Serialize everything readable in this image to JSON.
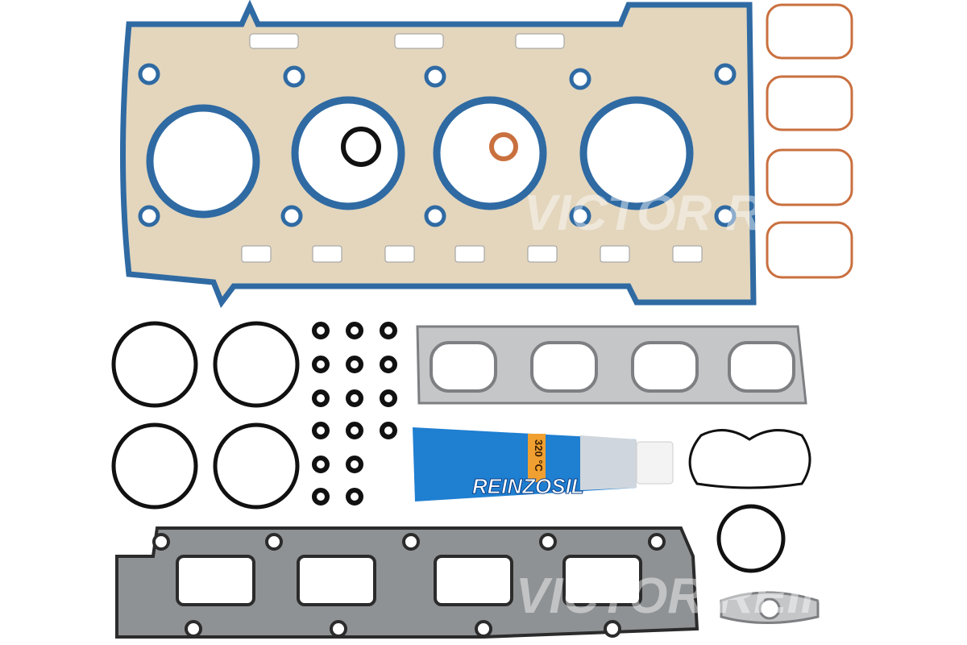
{
  "product": {
    "tube_brand": "REINZOSIL",
    "tube_temperature": "320 °C",
    "watermark": "VICTOR REINZ"
  },
  "colors": {
    "gasket_blue": "#2f6aa3",
    "gasket_body": "#e3d6bd",
    "copper": "#c9703f",
    "steel": "#b9bcbf",
    "rubber": "#111111",
    "tube_blue": "#1f7fd1",
    "tube_label": "#f0a030"
  }
}
